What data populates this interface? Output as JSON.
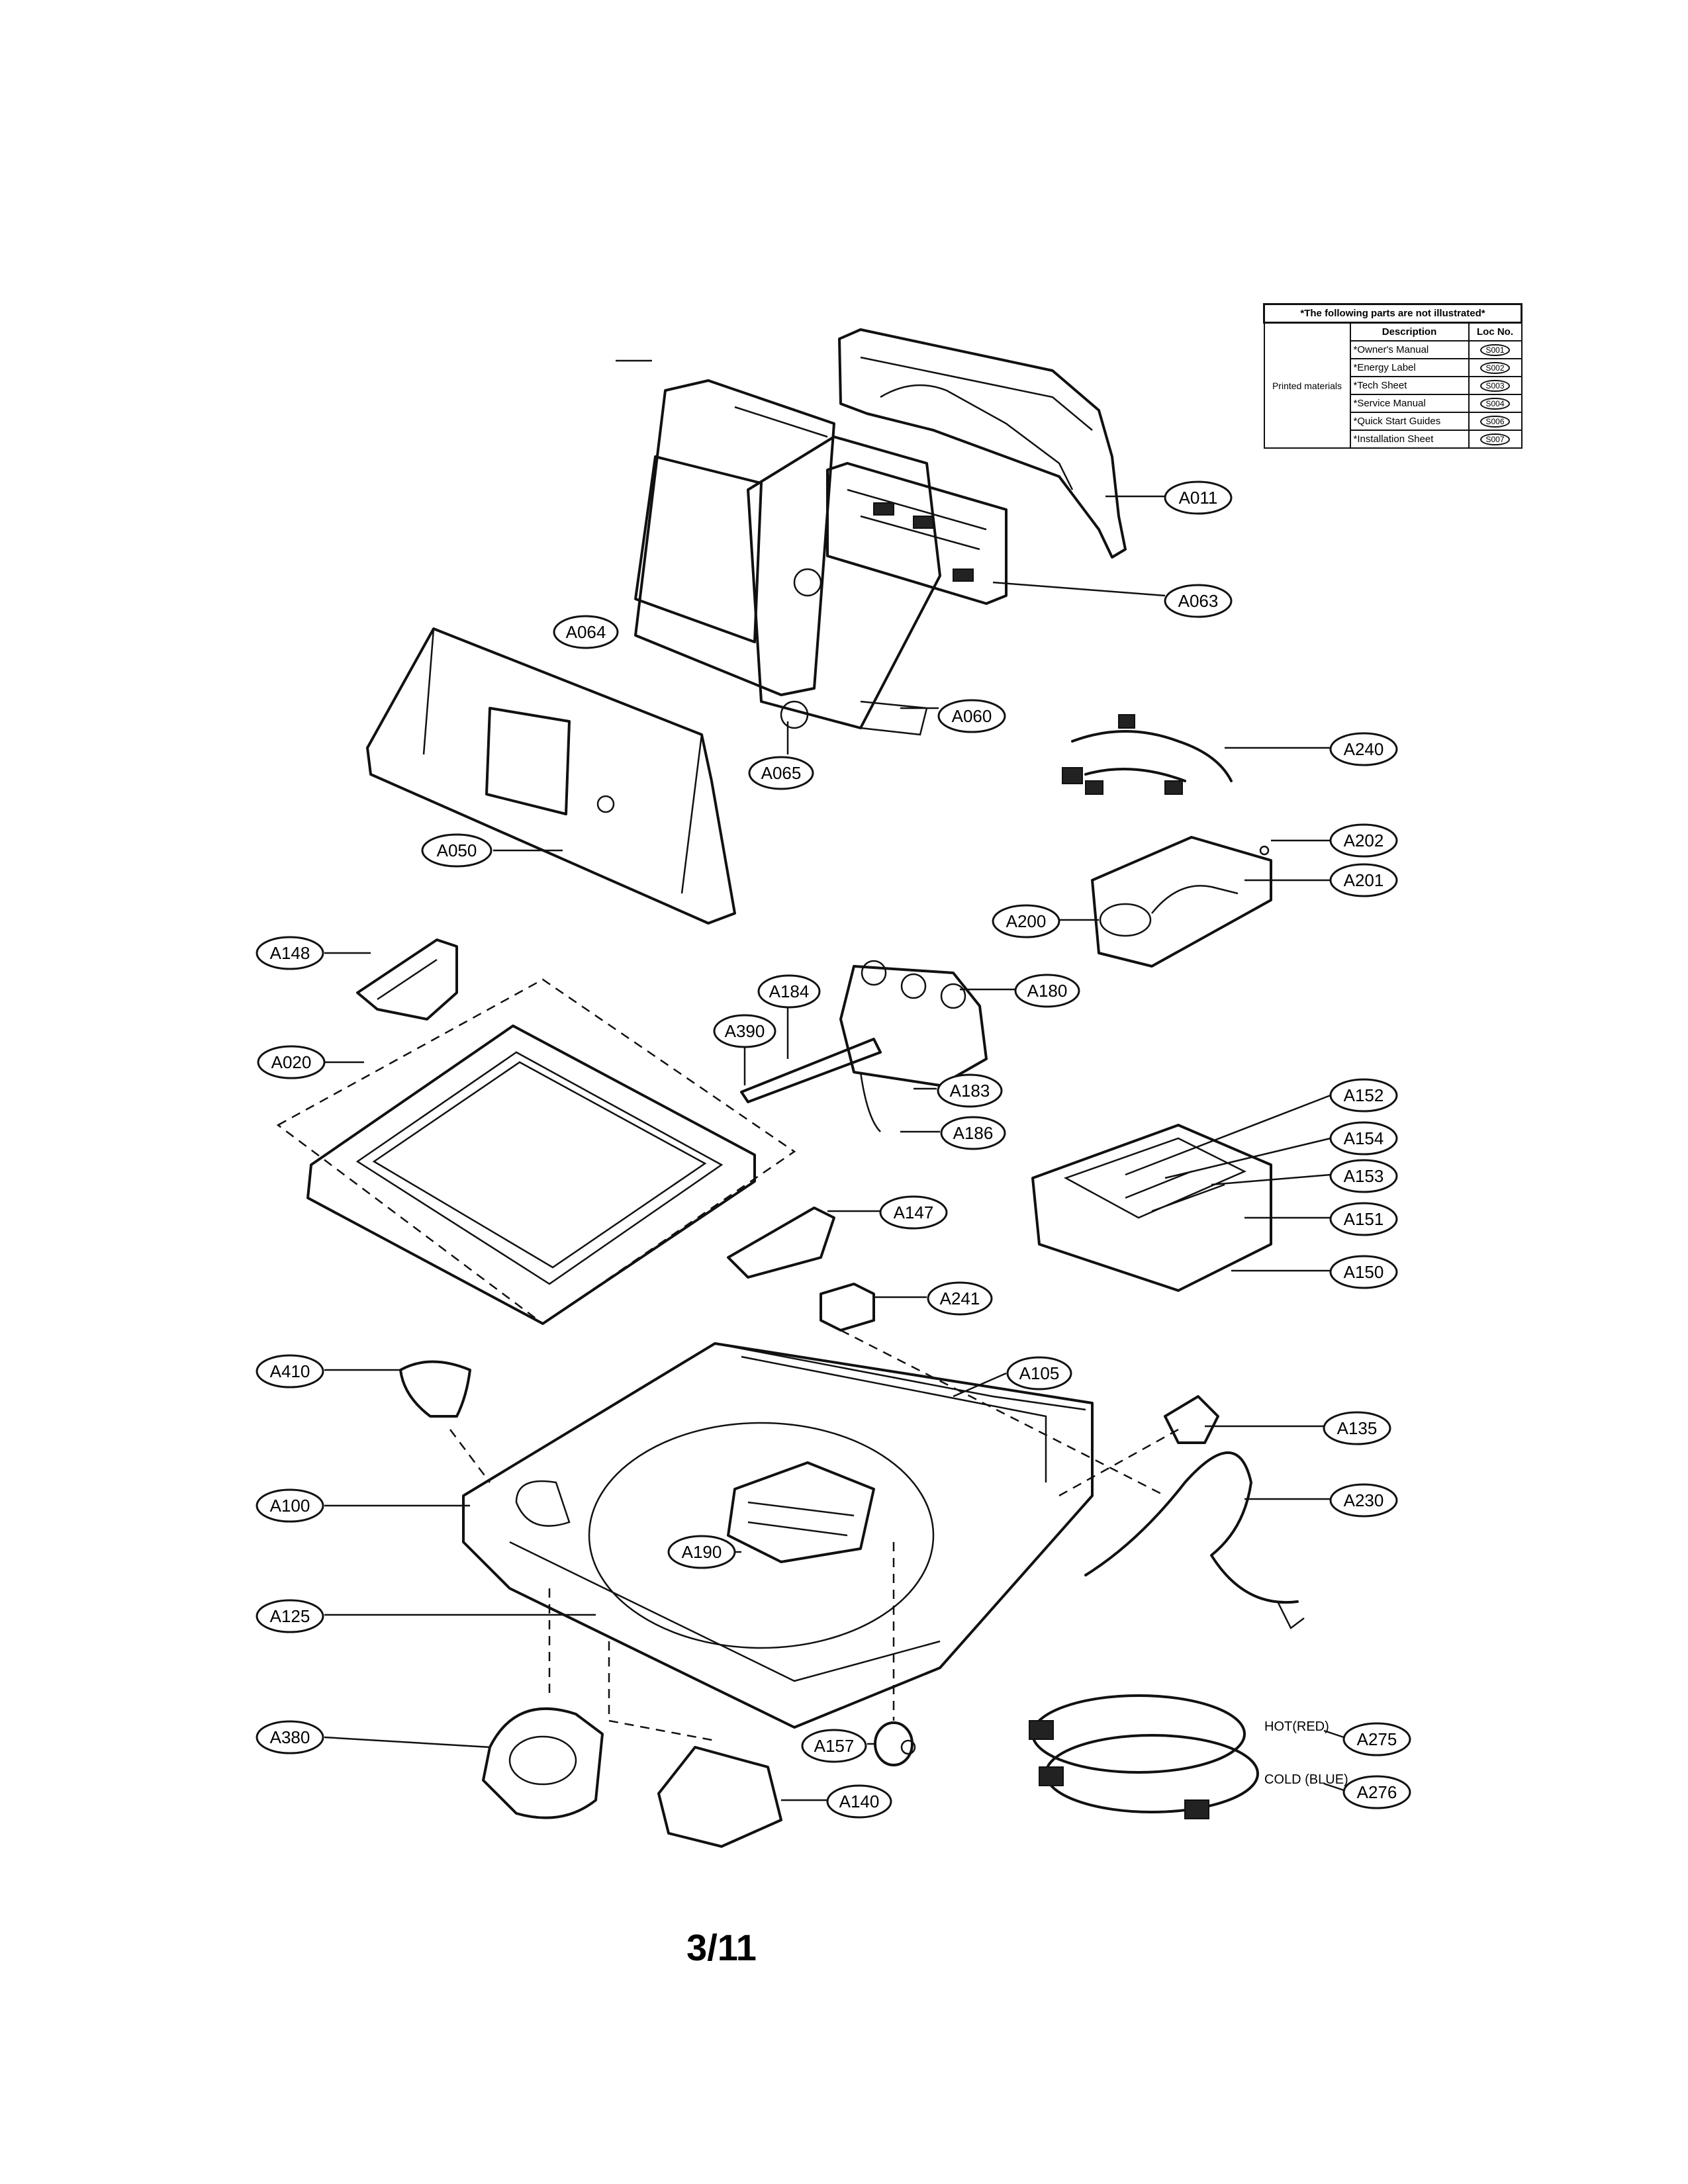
{
  "not_illustrated_table": {
    "caption": "*The following parts are not illustrated*",
    "headers": {
      "description": "Description",
      "loc_no": "Loc No."
    },
    "group": "Printed materials",
    "rows": [
      {
        "description": "*Owner's Manual",
        "loc": "S001"
      },
      {
        "description": "*Energy Label",
        "loc": "S002"
      },
      {
        "description": "*Tech Sheet",
        "loc": "S003"
      },
      {
        "description": "*Service Manual",
        "loc": "S004"
      },
      {
        "description": "*Quick Start Guides",
        "loc": "S006"
      },
      {
        "description": "*Installation Sheet",
        "loc": "S007"
      }
    ]
  },
  "callouts": {
    "a011": "A011",
    "a063": "A063",
    "a064": "A064",
    "a060": "A060",
    "a065": "A065",
    "a050": "A050",
    "a240": "A240",
    "a202": "A202",
    "a201": "A201",
    "a200": "A200",
    "a148": "A148",
    "a184": "A184",
    "a180": "A180",
    "a390": "A390",
    "a020": "A020",
    "a183": "A183",
    "a186": "A186",
    "a152": "A152",
    "a154": "A154",
    "a153": "A153",
    "a151": "A151",
    "a150": "A150",
    "a147": "A147",
    "a241": "A241",
    "a410": "A410",
    "a105": "A105",
    "a135": "A135",
    "a100": "A100",
    "a230": "A230",
    "a190": "A190",
    "a125": "A125",
    "a380": "A380",
    "a157": "A157",
    "a275": "A275",
    "a276": "A276",
    "a140": "A140"
  },
  "hose_labels": {
    "hot": "HOT(RED)",
    "cold": "COLD (BLUE)"
  },
  "page_number": "3/11"
}
